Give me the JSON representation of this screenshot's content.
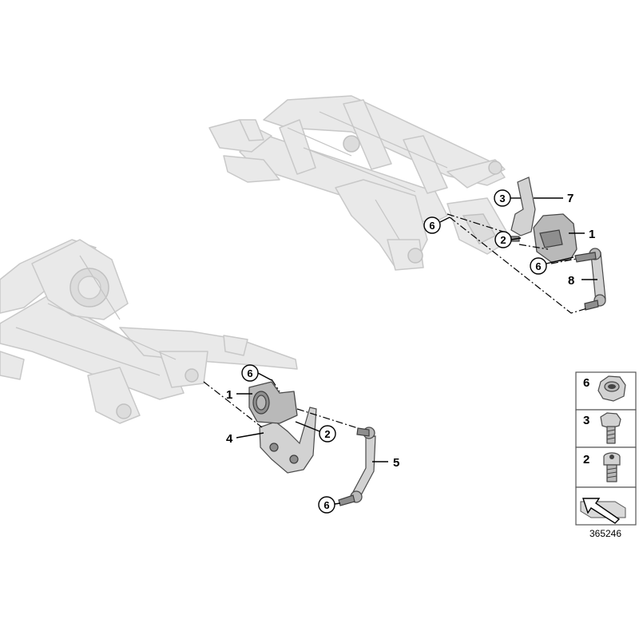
{
  "diagram": {
    "upper_callouts": {
      "label_1": "1",
      "label_7": "7",
      "label_8": "8",
      "circled_3": "3",
      "circled_2": "2",
      "circled_6_left": "6",
      "circled_6_right": "6"
    },
    "lower_callouts": {
      "label_1": "1",
      "label_4": "4",
      "label_5": "5",
      "circled_6_top": "6",
      "circled_2": "2",
      "circled_6_bottom": "6"
    },
    "legend": [
      {
        "number": "6",
        "icon": "nut-icon"
      },
      {
        "number": "3",
        "icon": "hex-bolt-icon"
      },
      {
        "number": "2",
        "icon": "socket-screw-icon"
      },
      {
        "number": "",
        "icon": "direction-arrow-icon"
      }
    ],
    "diagram_id": "365246"
  }
}
